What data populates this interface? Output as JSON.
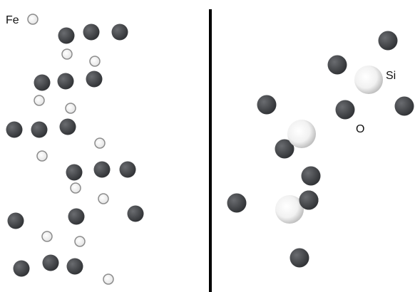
{
  "labels": {
    "fe": "Fe",
    "si": "Si",
    "o": "O"
  },
  "colors": {
    "dark_atom": "#3b3d40",
    "dark_atom_highlight": "#6a6c70",
    "light_atom_stroke": "#8c8c8c",
    "large_atom_center": "#ffffff",
    "large_atom_edge": "#b8b8b8",
    "divider": "#000000"
  },
  "panels": {
    "left": {
      "atom_types": [
        "dark",
        "small-light"
      ]
    },
    "right": {
      "atom_types": [
        "dark",
        "large-light"
      ]
    }
  }
}
